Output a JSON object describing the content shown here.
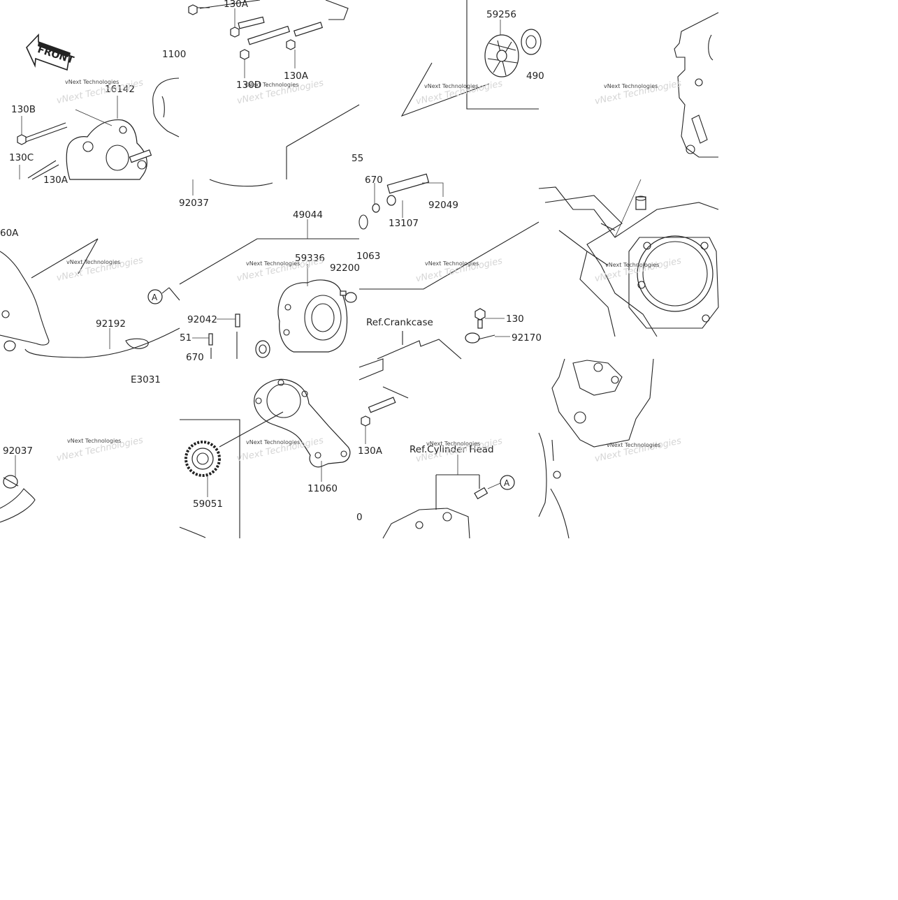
{
  "diagram": {
    "front_label": "FRONT",
    "figure_code": "E3031",
    "watermark_small": "vNext Technologies",
    "watermark_big": "vNext Technologies",
    "ref_crankcase": "Ref.Crankcase",
    "ref_cylinder_head": "Ref.Cylinder Head",
    "callout": "A",
    "parts": {
      "p130A_a": "130A",
      "p130A_b": "130A",
      "p130A_c": "130A",
      "p130D": "130D",
      "p130B": "130B",
      "p130C": "130C",
      "p130A_left": "130A",
      "p1100": "1100",
      "p16142": "16142",
      "p92037_a": "92037",
      "p92037_b": "92037",
      "p59256": "59256",
      "p490": "490",
      "p55": "55",
      "p670_top": "670",
      "p92049": "92049",
      "p13107": "13107",
      "p1063": "1063",
      "p60A": "60A",
      "p49044": "49044",
      "p59336": "59336",
      "p92200": "92200",
      "p92192": "92192",
      "p92042": "92042",
      "p51": "51",
      "p670_bot": "670",
      "p130": "130",
      "p92170": "92170",
      "p59051": "59051",
      "p11060": "11060",
      "p0": "0"
    }
  }
}
